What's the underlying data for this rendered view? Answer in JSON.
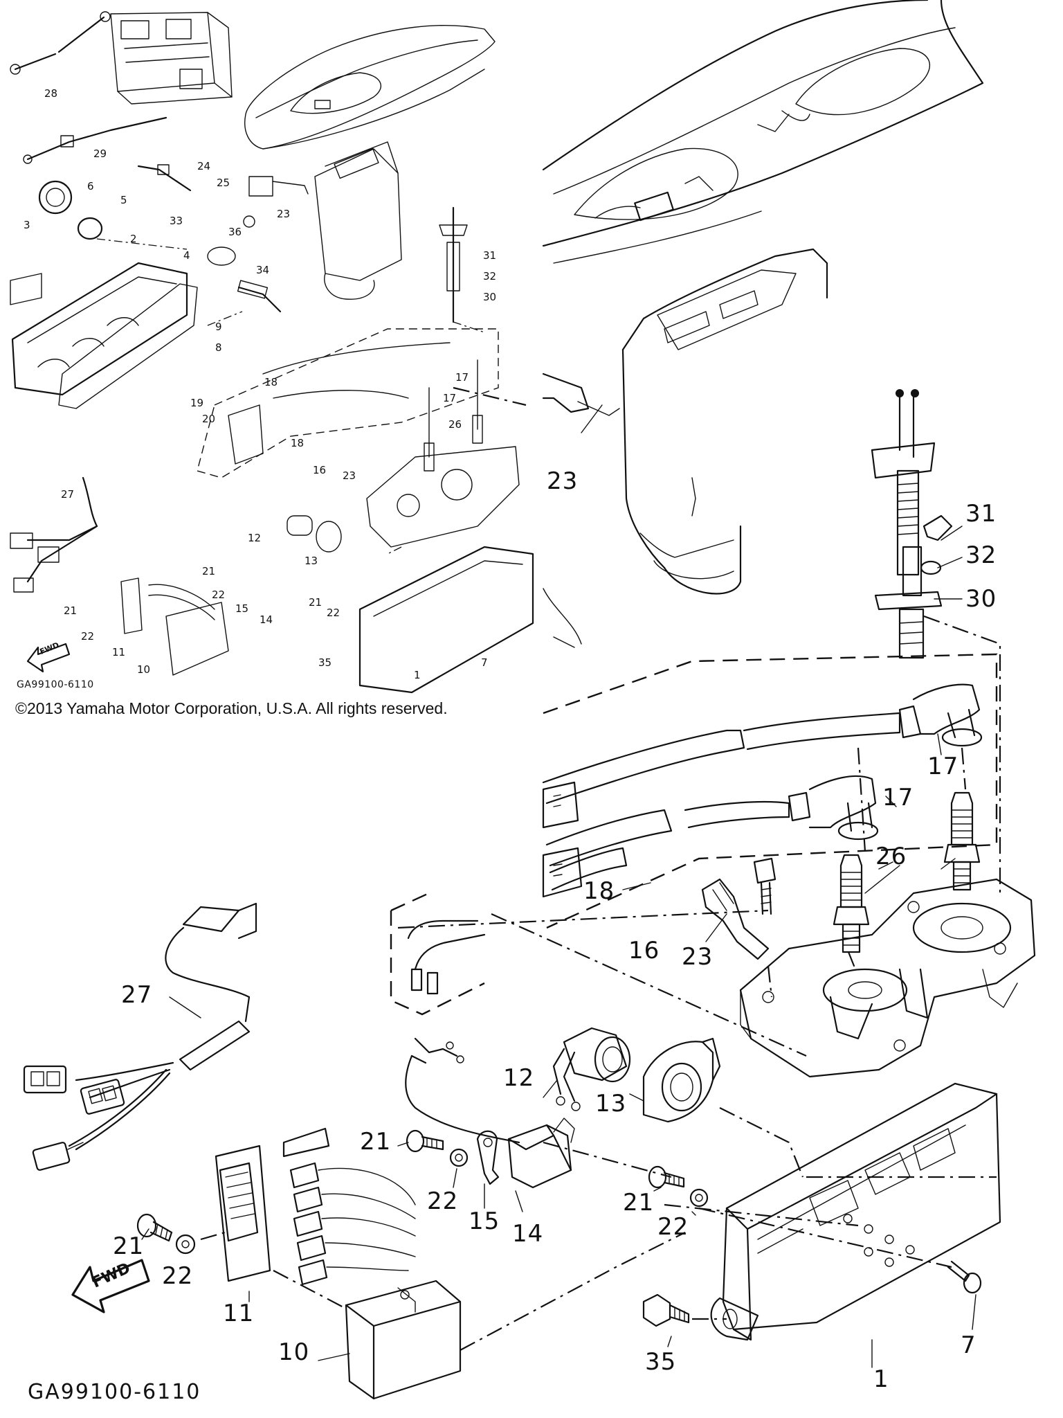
{
  "copyright": "©2013 Yamaha Motor Corporation, U.S.A. All rights reserved.",
  "diagram_code": "GA99100-6110",
  "fwd_label": "FWD",
  "callouts_overview": [
    "28",
    "29",
    "24",
    "25",
    "6",
    "5",
    "33",
    "23",
    "36",
    "34",
    "3",
    "2",
    "4",
    "9",
    "8",
    "31",
    "32",
    "30",
    "18",
    "17",
    "17",
    "19",
    "20",
    "26",
    "18",
    "16",
    "23",
    "27",
    "12",
    "13",
    "21",
    "22",
    "15",
    "14",
    "21",
    "22",
    "21",
    "22",
    "11",
    "10",
    "35",
    "7",
    "1"
  ],
  "callouts_detail": [
    "23",
    "31",
    "32",
    "30",
    "17",
    "17",
    "26",
    "18",
    "16",
    "23",
    "27",
    "12",
    "13",
    "21",
    "22",
    "15",
    "14",
    "21",
    "22",
    "21",
    "22",
    "11",
    "10",
    "35",
    "7",
    "1"
  ]
}
